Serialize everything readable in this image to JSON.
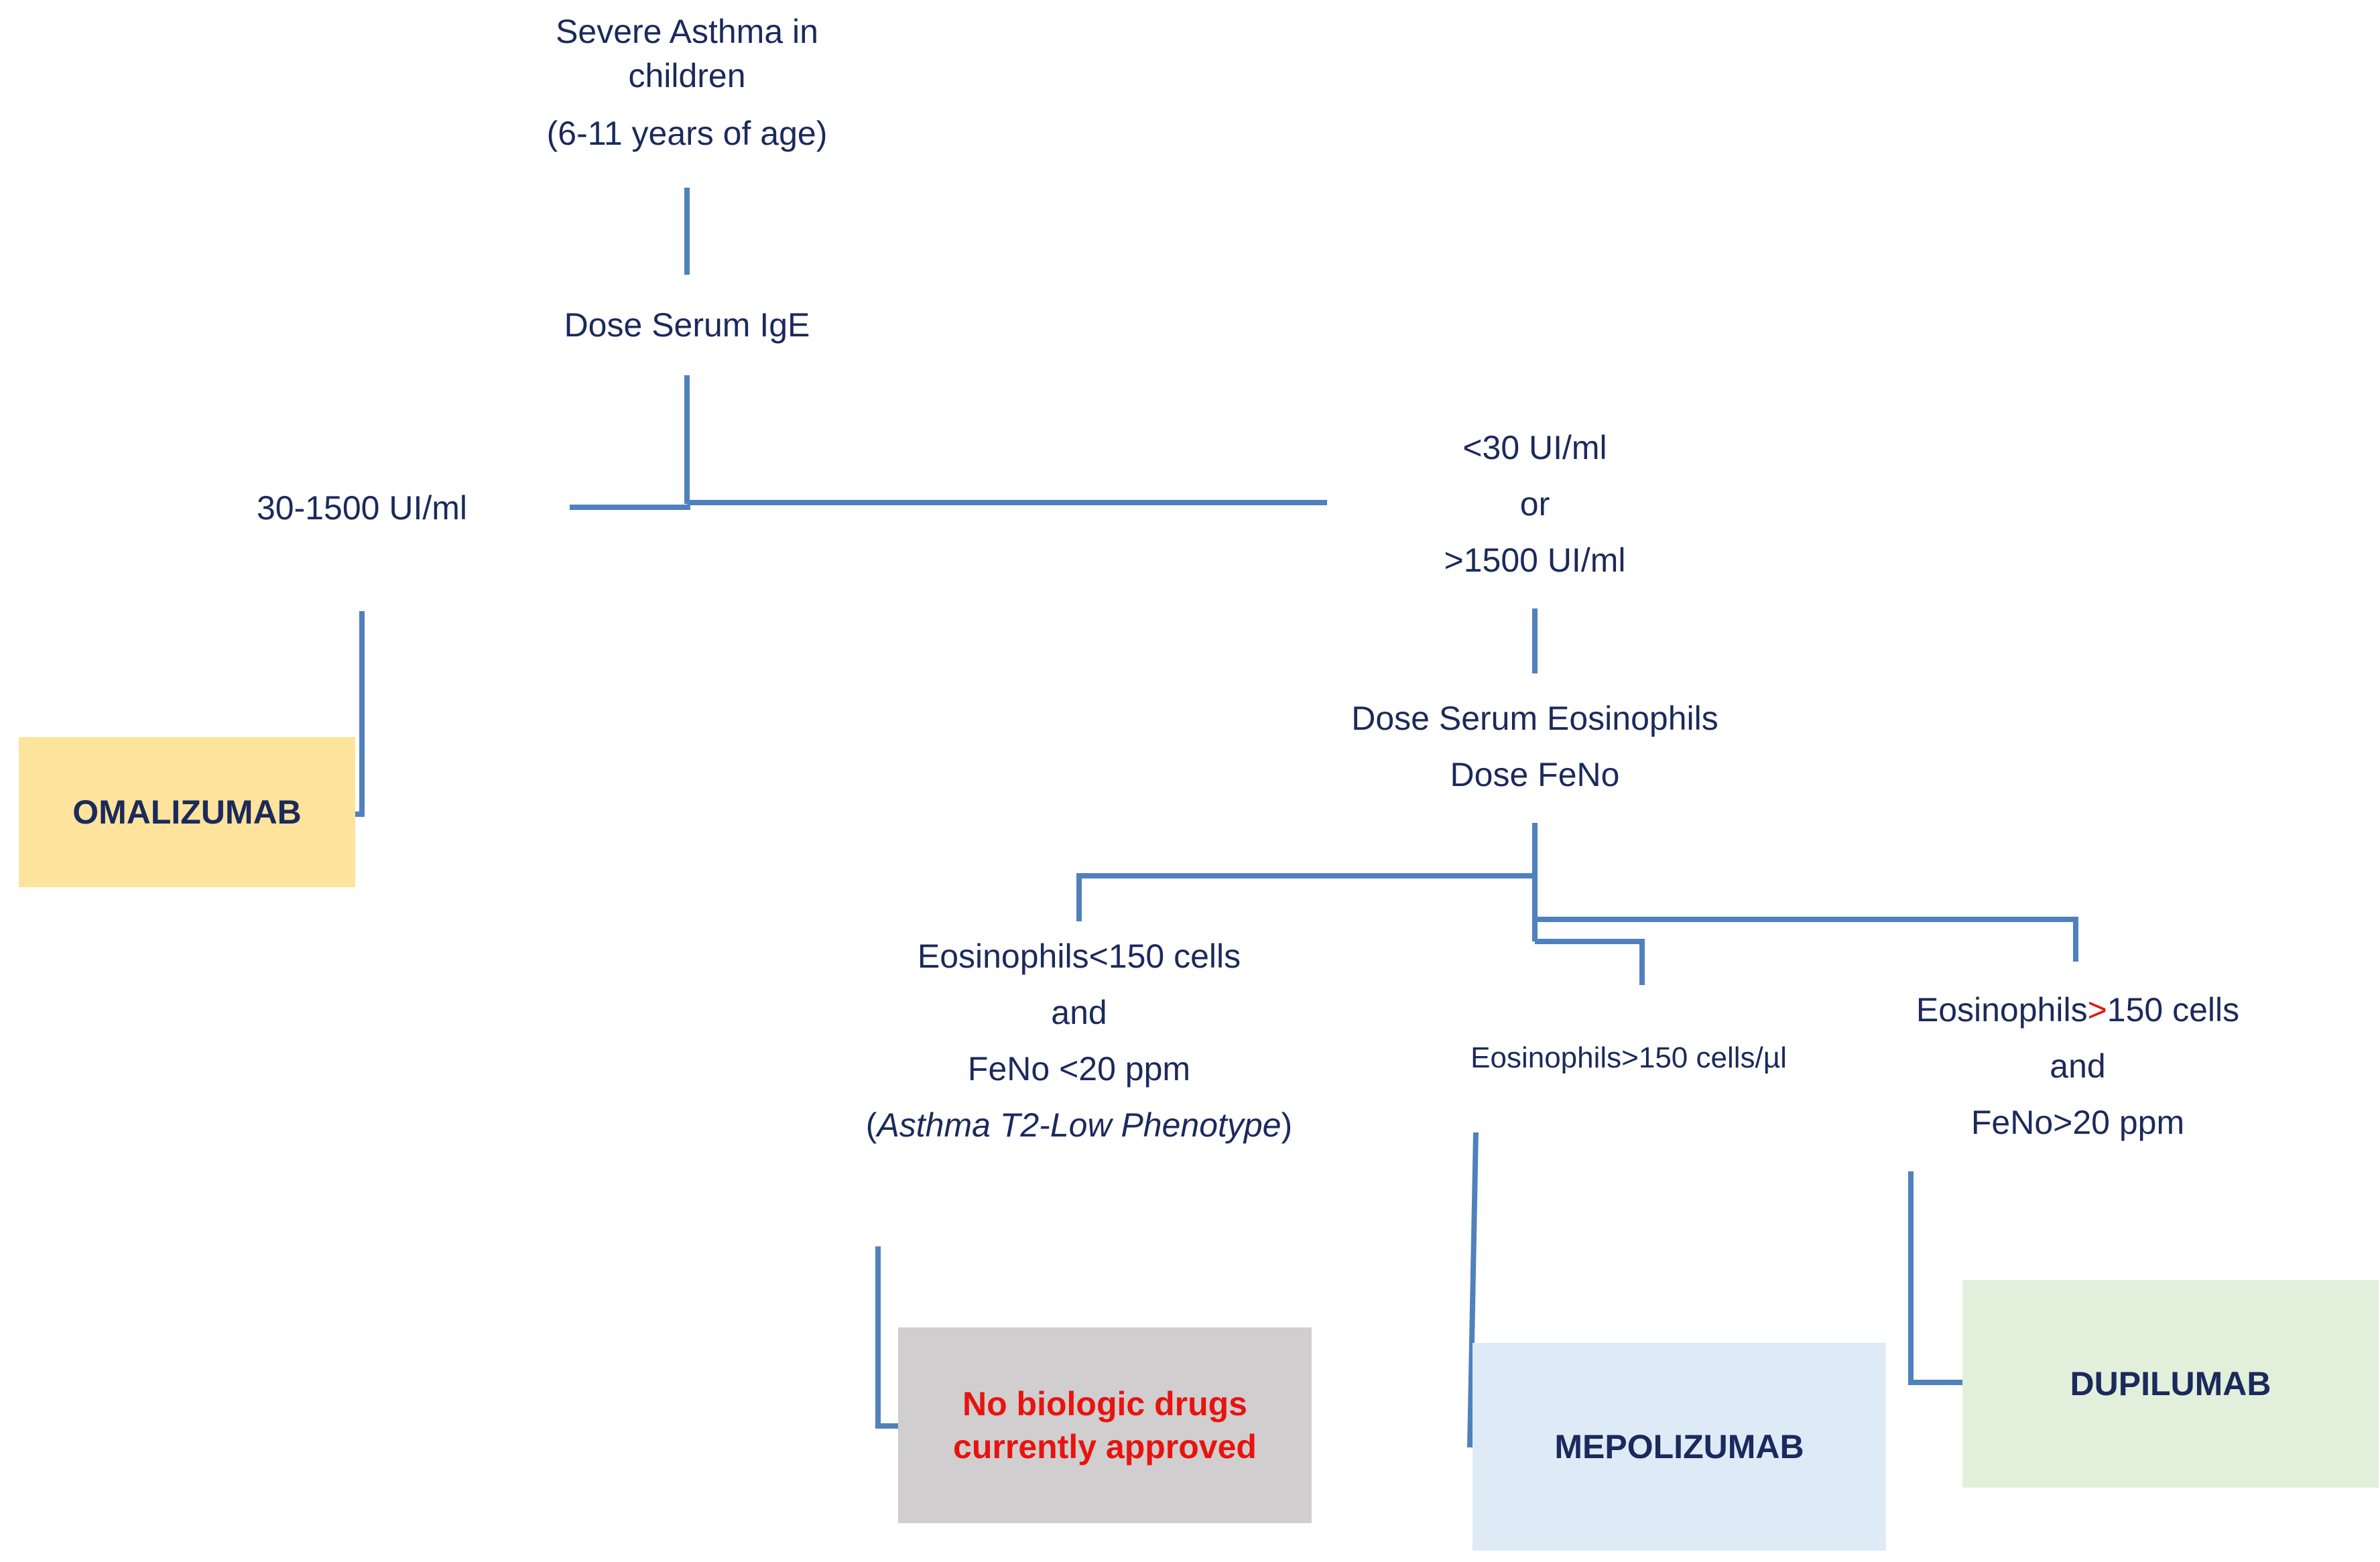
{
  "nodes": {
    "root": {
      "line1": "Severe Asthma in",
      "line2": "children",
      "line3": "(6-11 years of age)"
    },
    "ige_test": {
      "label": "Dose Serum IgE"
    },
    "ige_range_in": {
      "label": "30-1500 UI/ml"
    },
    "ige_range_out": {
      "line1": "<30 UI/ml",
      "line2": "or",
      "line3": ">1500 UI/ml"
    },
    "eos_test": {
      "line1": "Dose Serum Eosinophils",
      "line2": "Dose FeNo"
    },
    "low_branch": {
      "line1": "Eosinophils<150 cells",
      "line2": "and",
      "line3": "FeNo <20 ppm",
      "line4_open": "(",
      "line4_italic": "Asthma T2-Low Phenotype",
      "line4_close": ")"
    },
    "mid_branch": {
      "label": "Eosinophils>150 cells/µl"
    },
    "high_branch": {
      "line1_a": "Eosinophils",
      "line1_sign": ">",
      "line1_b": "150 cells",
      "line2": "and",
      "line3": "FeNo>20 ppm"
    }
  },
  "outcomes": {
    "omalizumab": {
      "label": "OMALIZUMAB",
      "color": "#fde39b"
    },
    "none": {
      "line1": "No biologic drugs",
      "line2": "currently approved",
      "color": "#d0cece",
      "text_color": "#e8130f"
    },
    "mepolizumab": {
      "label": "MEPOLIZUMAB",
      "color": "#deebf7"
    },
    "dupilumab": {
      "label": "DUPILUMAB",
      "color": "#e2efda"
    }
  },
  "colors": {
    "connector": "#4f81bd",
    "text": "#1b2a5c",
    "highlight": "#e8130f"
  }
}
